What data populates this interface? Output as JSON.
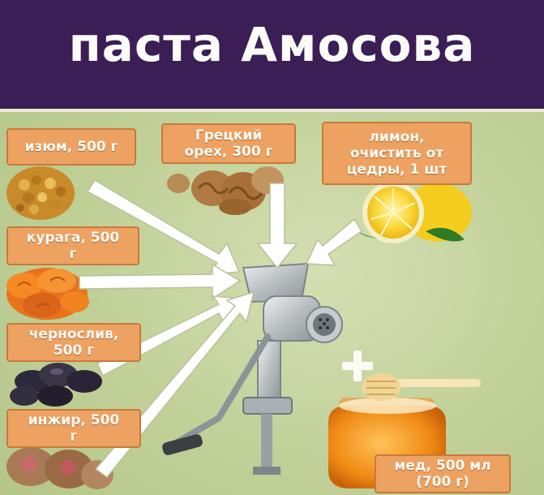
{
  "title": "паста Амосова",
  "ingredients": {
    "raisins": "изюм, 500 г",
    "walnut_line1": "Грецкий",
    "walnut_line2": "орех, 300 г",
    "lemon_line1": "лимон,",
    "lemon_line2": "очистить от",
    "lemon_line3": "цедры, 1 шт",
    "apricot_line1": "курага, 500",
    "apricot_line2": "г",
    "prunes_line1": "чернослив,",
    "prunes_line2": "500 г",
    "figs_line1": "инжир, 500",
    "figs_line2": "г",
    "honey_line1": "мед, 500 мл",
    "honey_line2": "(700 г)"
  },
  "colors": {
    "header_bg": "#3a1e55",
    "label_bg": "#eea262",
    "background": "#c4d39c",
    "arrow": "#ffffff"
  },
  "icons": [
    "raisins-image",
    "walnuts-image",
    "lemon-image",
    "dried-apricots-image",
    "prunes-image",
    "figs-image",
    "meat-grinder-image",
    "honey-jar-image",
    "plus-icon",
    "arrow-icon"
  ]
}
